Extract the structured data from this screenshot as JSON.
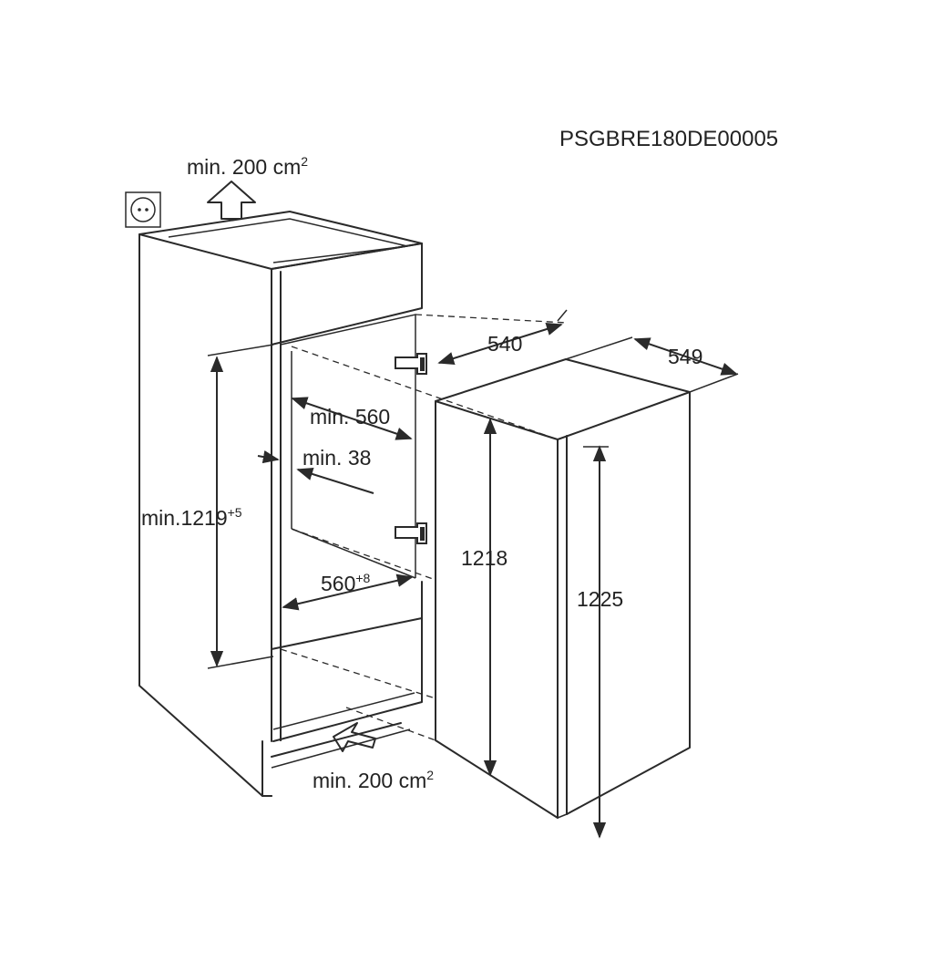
{
  "diagram": {
    "code": "PSGBRE180DE00005",
    "vent_top": "min. 200 cm",
    "vent_top_sup": "2",
    "vent_bottom": "min. 200 cm",
    "vent_bottom_sup": "2",
    "niche_height": "min.1219",
    "niche_height_sup": "+5",
    "niche_width": "min. 560",
    "wall_depth": "min. 38",
    "niche_depth": "560",
    "niche_depth_sup": "+8",
    "appliance_width": "540",
    "appliance_depth": "549",
    "appliance_height_body": "1218",
    "appliance_height_total": "1225",
    "colors": {
      "line": "#2a2a2a",
      "background": "#ffffff"
    },
    "icons": [
      "power-socket-icon",
      "vent-up-arrow-icon",
      "vent-inlet-arrow-icon",
      "hinge-icon"
    ]
  }
}
